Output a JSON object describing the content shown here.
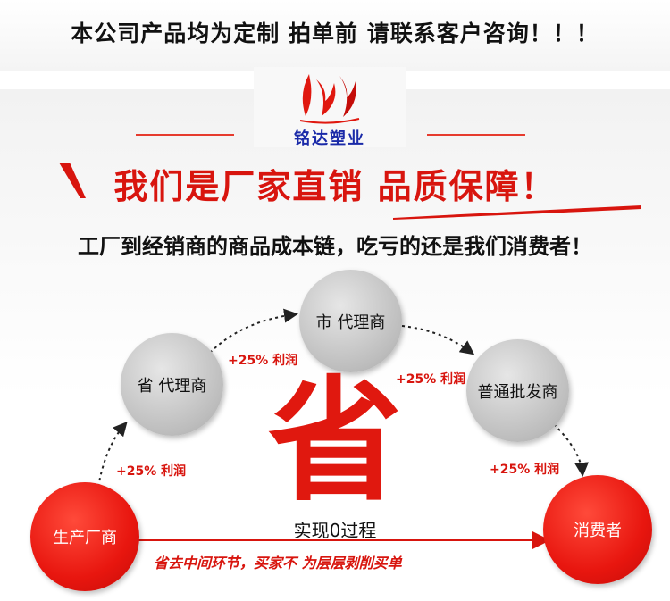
{
  "banner": {
    "notice": "本公司产品均为定制 拍单前 请联系客户咨询！！！"
  },
  "logo": {
    "name": "铭达塑业"
  },
  "headline": {
    "text": "我们是厂家直销 品质保障！"
  },
  "subline": {
    "text": "工厂到经销商的商品成本链，吃亏的还是我们消费者！"
  },
  "flow": {
    "producer": "生产厂商",
    "provincial_agent": "省 代理商",
    "city_agent": "市 代理商",
    "wholesaler": "普通批发商",
    "consumer": "消费者",
    "markups": [
      "+25% 利润",
      "+25% 利润",
      "+25% 利润",
      "+25% 利润"
    ]
  },
  "center": {
    "big_char": "省",
    "process": "实现0过程",
    "slogan": "省去中间环节，买家不 为层层剥削买单"
  },
  "colors": {
    "accent_red": "#e0180f",
    "logo_blue": "#1a2aa8"
  }
}
